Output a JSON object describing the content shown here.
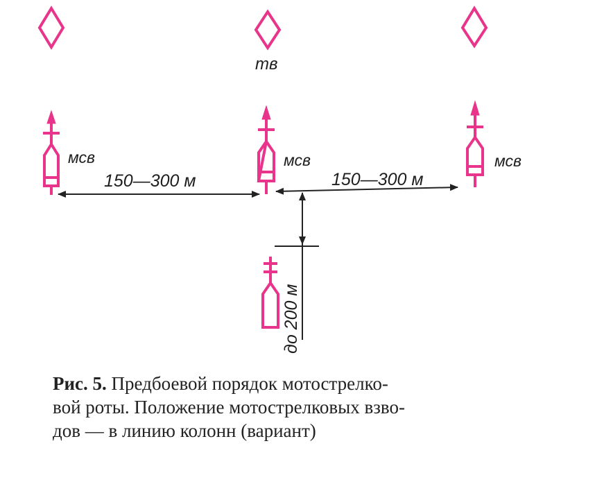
{
  "diagram": {
    "tank_label": "тв",
    "ifv_label": "мсв",
    "distance_left": "150—300 м",
    "distance_right": "150—300 м",
    "distance_vertical": "до 200 м",
    "symbol_color": "#e8348a",
    "line_color": "#222222"
  },
  "caption": {
    "figure_number": "Рис. 5.",
    "line1_rest": " Предбоевой порядок мотострелко-",
    "line2": "вой роты. Положение мотострелковых взво-",
    "line3": "дов — в линию колонн (вариант)"
  }
}
